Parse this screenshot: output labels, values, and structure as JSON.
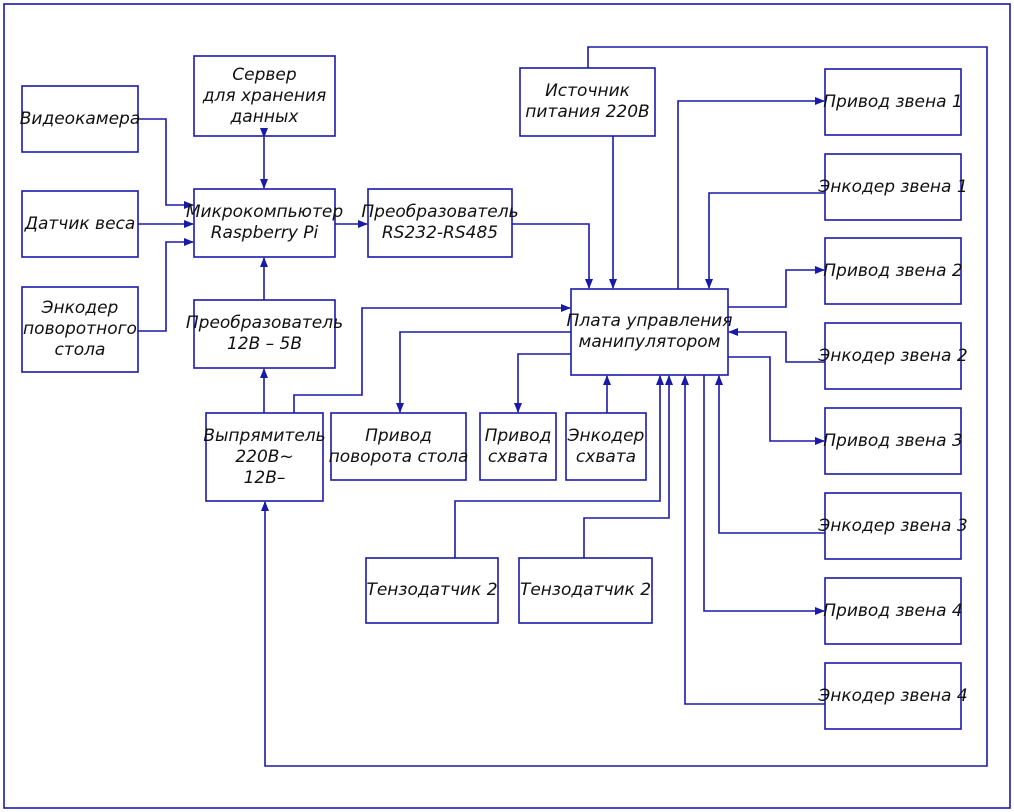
{
  "diagram": {
    "colors": {
      "line": "#1a1aa8",
      "text": "#111111",
      "background": "#ffffff"
    },
    "blocks": {
      "videocamera": {
        "lines": [
          "Видеокамера"
        ]
      },
      "weight_sensor": {
        "lines": [
          "Датчик веса"
        ]
      },
      "table_encoder": {
        "lines": [
          "Энкодер",
          "поворотного",
          "стола"
        ]
      },
      "server": {
        "lines": [
          "Сервер",
          "для хранения",
          "данных"
        ]
      },
      "raspberry": {
        "lines": [
          "Микрокомпьютер",
          "Raspberry Pi"
        ]
      },
      "converter_rs": {
        "lines": [
          "Преобразователь",
          "RS232-RS485"
        ]
      },
      "power_supply": {
        "lines": [
          "Источник",
          "питания 220В"
        ]
      },
      "converter_12_5": {
        "lines": [
          "Преобразователь",
          "12В – 5В"
        ]
      },
      "rectifier": {
        "lines": [
          "Выпрямитель",
          "220В~",
          "12В–"
        ]
      },
      "control_board": {
        "lines": [
          "Плата управления",
          "манипулятором"
        ]
      },
      "table_drive": {
        "lines": [
          "Привод",
          "поворота стола"
        ]
      },
      "grip_drive": {
        "lines": [
          "Привод",
          "схвата"
        ]
      },
      "grip_encoder": {
        "lines": [
          "Энкодер",
          "схвата"
        ]
      },
      "strain_gauge_a": {
        "lines": [
          "Тензодатчик 2"
        ]
      },
      "strain_gauge_b": {
        "lines": [
          "Тензодатчик 2"
        ]
      },
      "link1_drive": {
        "lines": [
          "Привод звена 1"
        ]
      },
      "link1_encoder": {
        "lines": [
          "Энкодер звена 1"
        ]
      },
      "link2_drive": {
        "lines": [
          "Привод звена 2"
        ]
      },
      "link2_encoder": {
        "lines": [
          "Энкодер звена 2"
        ]
      },
      "link3_drive": {
        "lines": [
          "Привод звена 3"
        ]
      },
      "link3_encoder": {
        "lines": [
          "Энкодер звена 3"
        ]
      },
      "link4_drive": {
        "lines": [
          "Привод звена 4"
        ]
      },
      "link4_encoder": {
        "lines": [
          "Энкодер звена 4"
        ]
      }
    }
  }
}
